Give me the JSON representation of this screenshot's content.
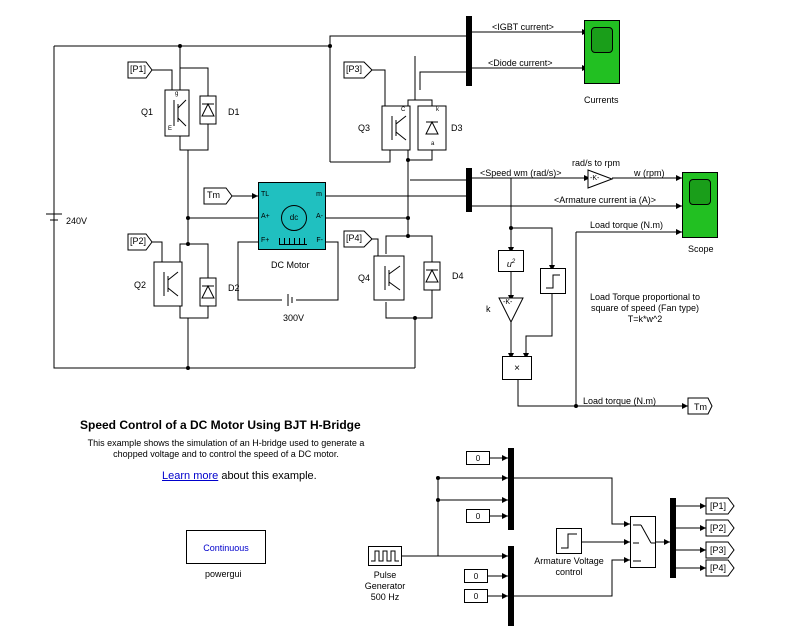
{
  "left_circuit": {
    "source_label": "240V",
    "q1": "Q1",
    "d1": "D1",
    "q2": "Q2",
    "d2": "D2",
    "q3": "Q3",
    "d3": "D3",
    "q4": "Q4",
    "d4": "D4",
    "p1": "[P1]",
    "p2": "[P2]",
    "p3": "[P3]",
    "p4": "[P4]",
    "tm_in": "Tm",
    "motor_label": "DC Motor",
    "motor_center": "dc",
    "field_source_label": "300V",
    "port_tl": "TL",
    "port_m": "m",
    "port_a_plus": "A+",
    "port_a_minus": "A-",
    "port_f_plus": "F+",
    "port_f_minus": "F-",
    "igbt_g": "g",
    "igbt_c": "C",
    "igbt_e": "E",
    "diode_a": "a",
    "diode_k": "k"
  },
  "signals": {
    "igbt_current": "<IGBT current>",
    "diode_current": "<Diode current>",
    "currents_scope": "Currents",
    "speed_wm": "<Speed wm (rad/s)>",
    "armature_current": "<Armature current ia (A)>",
    "rads_to_rpm": "rad/s to rpm",
    "gain_k": "-K-",
    "w_rpm": "w (rpm)",
    "scope": "Scope",
    "load_torque_1": "Load torque (N.m)",
    "load_torque_2": "Load torque (N.m)",
    "tm_out": "Tm",
    "u2": "u",
    "u2_sup": "2",
    "k_label": "k",
    "mult": "×",
    "note": "Load Torque proportional to\nsquare of speed (Fan type)\nT=k*w^2"
  },
  "doc": {
    "title": "Speed Control of a DC Motor Using BJT H-Bridge",
    "description": "This example shows the simulation of an H-bridge used to generate a\nchopped voltage and to control the speed of a DC motor.",
    "learn_more": "Learn more",
    "learn_more_suffix": " about this example."
  },
  "powergui": {
    "mode": "Continuous",
    "label": "powergui"
  },
  "pulse_section": {
    "consts": [
      "0",
      "0",
      "0",
      "0"
    ],
    "pulse_label": "Pulse\nGenerator\n500 Hz",
    "armature_label": "Armature Voltage\ncontrol",
    "outs": [
      "[P1]",
      "[P2]",
      "[P3]",
      "[P4]"
    ]
  },
  "colors": {
    "scope_green": "#22c022",
    "motor_cyan": "#20c0c0",
    "link_blue": "#0000cc"
  }
}
